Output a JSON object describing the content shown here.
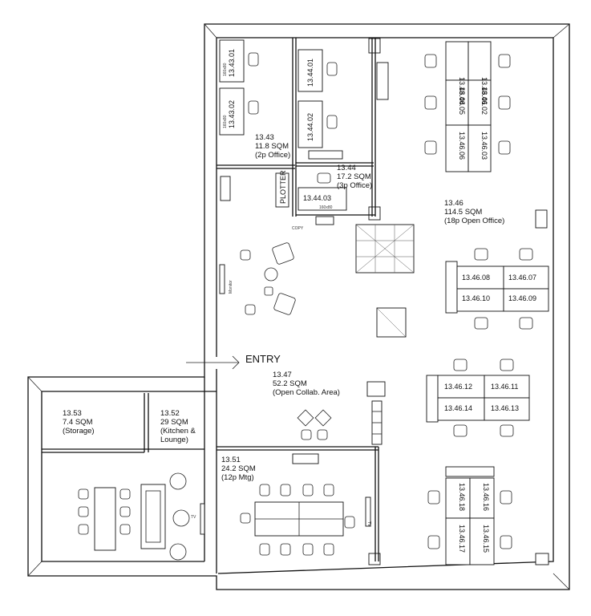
{
  "rooms": {
    "r1343": {
      "id": "13.43",
      "area": "11.8 SQM",
      "use": "(2p Office)"
    },
    "r1344": {
      "id": "13.44",
      "area": "17.2 SQM",
      "use": "(3p Office)"
    },
    "r1346": {
      "id": "13.46",
      "area": "114.5 SQM",
      "use": "(18p Open Office)"
    },
    "r1347": {
      "id": "13.47",
      "area": "52.2  SQM",
      "use": "(Open Collab. Area)"
    },
    "r1351": {
      "id": "13.51",
      "area": "24.2  SQM",
      "use": "(12p Mtg)"
    },
    "r1352": {
      "id": "13.52",
      "area": "29 SQM",
      "use": "(Kitchen &",
      "use2": "Lounge)"
    },
    "r1353": {
      "id": "13.53",
      "area": "7.4 SQM",
      "use": "(Storage)"
    }
  },
  "desks": {
    "d134301": "13.43.01",
    "d134302": "13.43.02",
    "d134401": "13.44.01",
    "d134402": "13.44.02",
    "d134403": "13.44.03",
    "d134601": "13.46.01",
    "d134602": "13.46.02",
    "d134603": "13.46.03",
    "d134604": "13.46.04",
    "d134605": "13.46.05",
    "d134606": "13.46.06",
    "d134607": "13.46.07",
    "d134608": "13.46.08",
    "d134609": "13.46.09",
    "d134610": "13.46.10",
    "d134611": "13.46.11",
    "d134612": "13.46.12",
    "d134613": "13.46.13",
    "d134614": "13.46.14",
    "d134615": "13.46.15",
    "d134616": "13.46.16",
    "d134617": "13.46.17",
    "d134618": "13.46.18"
  },
  "labels": {
    "entry": "ENTRY",
    "plotter": "PLOTTER",
    "copy": "COPY",
    "monitor": "Monitor",
    "tv": "TV",
    "desk_size": "160x80"
  }
}
